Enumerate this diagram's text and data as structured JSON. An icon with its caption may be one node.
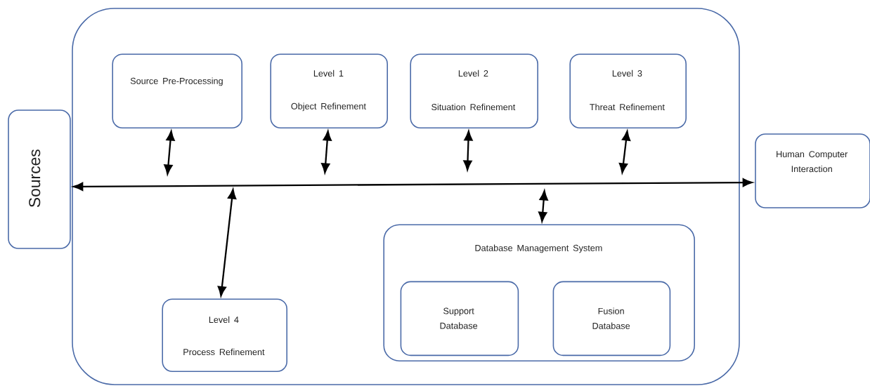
{
  "diagram": {
    "nodes": [
      {
        "text": [],
        "shape": "box"
      },
      {
        "text": [
          "Source Pre-Processing"
        ],
        "in": 0
      },
      {
        "text": [
          "Level 1",
          "Object Refinement"
        ],
        "in": 0
      },
      {
        "text": [
          "Level 2",
          "Situation Refinement"
        ],
        "in": 0
      },
      {
        "text": [
          "Level 3",
          "Threat Refinement"
        ],
        "in": 0
      },
      {
        "text": [
          "Sources"
        ]
      },
      {
        "text": [
          "Human Computer Interaction"
        ]
      },
      {
        "text": [
          "Level 4",
          "Process Refinement"
        ],
        "in": 0
      },
      {
        "text": [
          "Database Management System"
        ],
        "in": 0
      },
      {
        "text": [
          "Support Database"
        ],
        "in": 8
      },
      {
        "text": [
          "Fusion Database"
        ],
        "in": 8
      }
    ],
    "edges": [
      {
        "from": 5,
        "to": 6,
        "arrow": "both"
      },
      {
        "from": 1,
        "to": null,
        "arrow": "both"
      },
      {
        "from": 2,
        "to": null,
        "arrow": "both"
      },
      {
        "from": 3,
        "to": null,
        "arrow": "both"
      },
      {
        "from": 4,
        "to": null,
        "arrow": "both"
      },
      {
        "from": 7,
        "to": null,
        "arrow": "both"
      },
      {
        "from": 8,
        "to": null,
        "arrow": "both"
      }
    ]
  }
}
